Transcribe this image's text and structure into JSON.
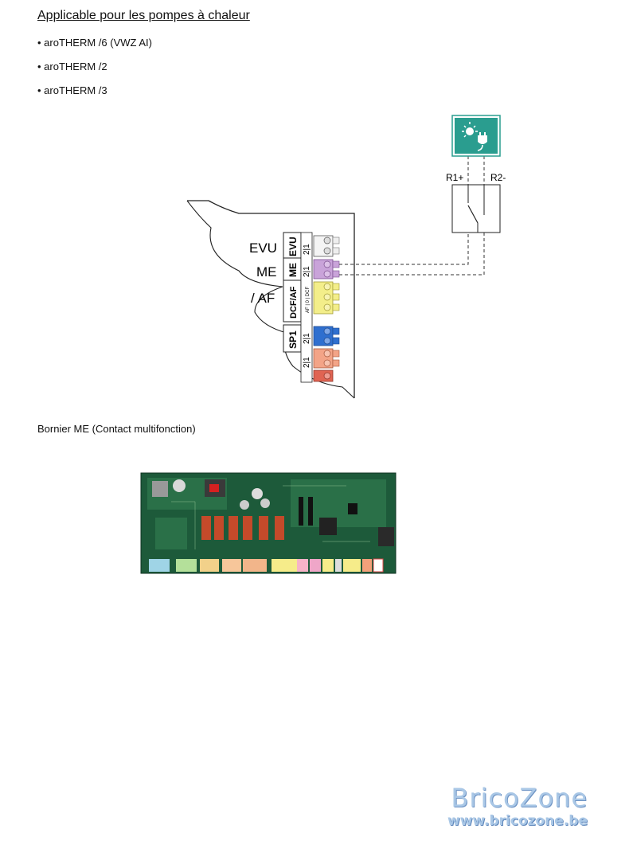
{
  "header": {
    "title": "Applicable pour les pompes à chaleur"
  },
  "applicable_list": [
    "• aroTHERM /6 (VWZ AI)",
    "• aroTHERM /2",
    "• aroTHERM /3"
  ],
  "diagram": {
    "relay_labels": {
      "left": "R1+",
      "right": "R2-"
    },
    "side_labels": [
      "EVU",
      "ME",
      "/ AF"
    ],
    "terminal_labels": [
      "EVU",
      "ME",
      "DCF/AF",
      "SP1"
    ],
    "pin_labels": {
      "evu": "2|1",
      "me": "2|1",
      "dcf": "AF | 0 | DCF",
      "sp1": "2|1",
      "extra": "2|1"
    }
  },
  "caption": "Bornier ME (Contact multifonction)",
  "watermark": {
    "name": "BricoZone",
    "url": "www.bricozone.be"
  },
  "colors": {
    "accent": "#2a9d8f",
    "purple": "#c9a3d9",
    "yellow": "#f3ee8a",
    "blue": "#2f6fcf",
    "salmon": "#f3a487",
    "red": "#e06452"
  }
}
